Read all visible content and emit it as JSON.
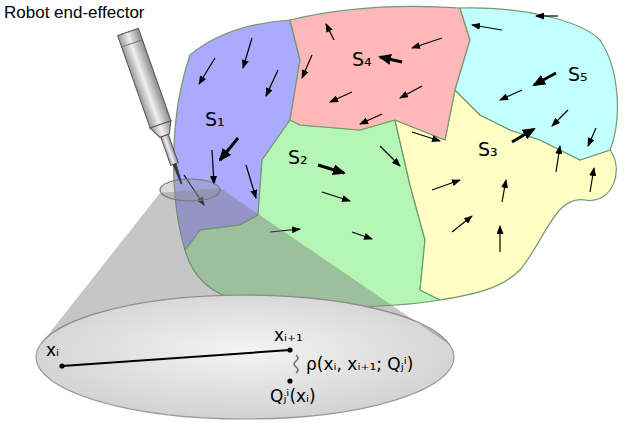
{
  "diagram": {
    "nodes": [
      {
        "text": [
          "S₁"
        ]
      },
      {
        "text": [
          "S₂"
        ]
      },
      {
        "text": [
          "S₃"
        ]
      },
      {
        "text": [
          "S₄"
        ]
      },
      {
        "text": [
          "S₅"
        ]
      },
      {
        "text": [
          "xᵢ",
          "xᵢ₊₁",
          "ρ(xᵢ, xᵢ₊₁; Qⱼⁱ)",
          "Qⱼⁱ(xᵢ)"
        ]
      }
    ],
    "labels": [
      "Robot end-effector"
    ]
  }
}
